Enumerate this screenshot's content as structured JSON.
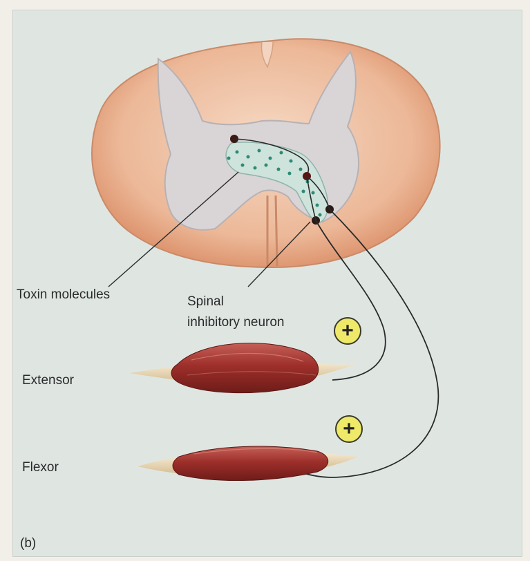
{
  "labels": {
    "toxin": "Toxin molecules",
    "spinal_line1": "Spinal",
    "spinal_line2": "inhibitory neuron",
    "extensor": "Extensor",
    "flexor": "Flexor",
    "panel": "(b)"
  },
  "signs": {
    "extensor_sign": "+",
    "flexor_sign": "+"
  },
  "colors": {
    "background": "#dfe6e2",
    "cord_outer": "#e9b08f",
    "gray_matter": "#d7d3d4",
    "muscle": "#9e2f2a",
    "tendon": "#e8d6b4",
    "sign_fill": "#efe96a"
  }
}
